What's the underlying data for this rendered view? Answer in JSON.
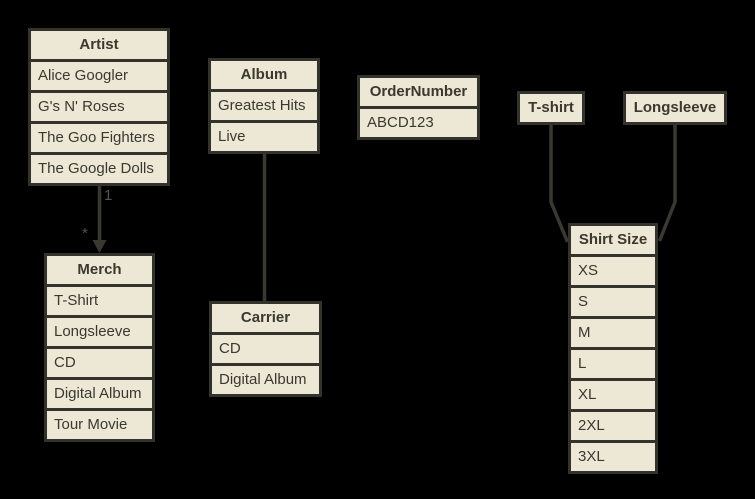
{
  "colors": {
    "bg": "#000000",
    "cell": "#ece8d5",
    "border": "#34332b",
    "text": "#3a382f",
    "line": "#3a3931",
    "label": "#56544c"
  },
  "tables": {
    "artist": {
      "title": "Artist",
      "rows": [
        "Alice Googler",
        "G's N' Roses",
        "The Goo Fighters",
        "The Google Dolls"
      ]
    },
    "merch": {
      "title": "Merch",
      "rows": [
        "T-Shirt",
        "Longsleeve",
        "CD",
        "Digital Album",
        "Tour Movie"
      ]
    },
    "album": {
      "title": "Album",
      "rows": [
        "Greatest Hits",
        "Live"
      ]
    },
    "carrier": {
      "title": "Carrier",
      "rows": [
        "CD",
        "Digital Album"
      ]
    },
    "order_number": {
      "title": "OrderNumber",
      "rows": [
        "ABCD123"
      ]
    },
    "tshirt": {
      "title": "T-shirt",
      "rows": []
    },
    "longsleeve": {
      "title": "Longsleeve",
      "rows": []
    },
    "shirt_size": {
      "title": "Shirt Size",
      "rows": [
        "XS",
        "S",
        "M",
        "L",
        "XL",
        "2XL",
        "3XL"
      ]
    }
  },
  "connections": {
    "artist_merch": {
      "from": "Artist",
      "to": "Merch",
      "source_label": "1",
      "target_label": "*"
    },
    "album_carrier": {
      "from": "Album",
      "to": "Carrier"
    },
    "tshirt_shirt_size": {
      "from": "T-shirt",
      "to": "Shirt Size"
    },
    "longsleeve_shirt_size": {
      "from": "Longsleeve",
      "to": "Shirt Size"
    }
  }
}
